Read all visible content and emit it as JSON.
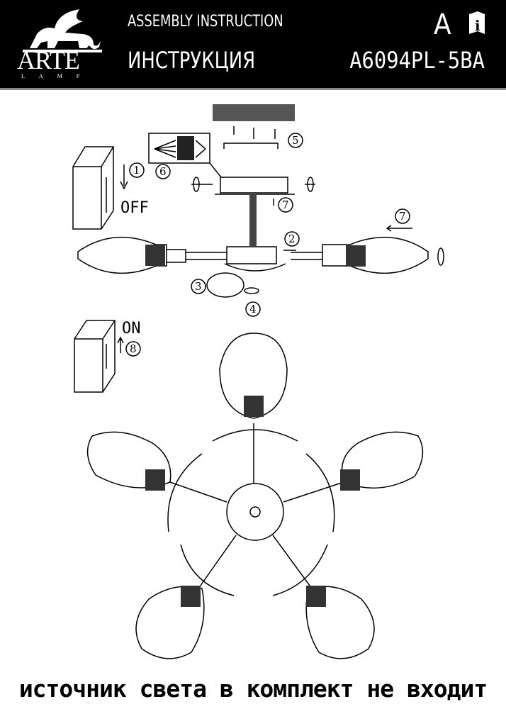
{
  "header": {
    "title_en": "ASSEMBLY INSTRUCTION",
    "title_ru": "ИНСТРУКЦИЯ",
    "model": "A6094PL-5BA",
    "lang_letter": "A",
    "brand": "ARTE",
    "brand_sub": "LAMP",
    "info_icon": "manual-info-icon"
  },
  "diagram": {
    "switch_off": "OFF",
    "switch_on": "ON",
    "steps": [
      "1",
      "2",
      "3",
      "4",
      "5",
      "6",
      "7",
      "7",
      "8"
    ]
  },
  "footer": {
    "note": "источник света в комплект не входит"
  }
}
